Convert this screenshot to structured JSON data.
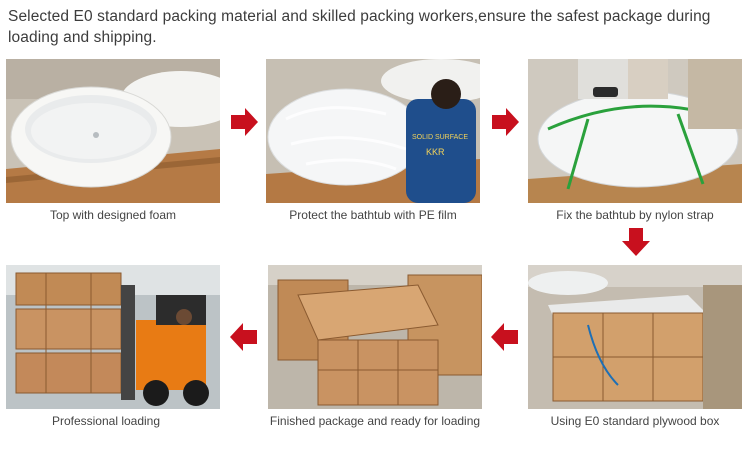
{
  "headline": "Selected E0 standard packing material and skilled packing workers,ensure the safest package during loading and shipping.",
  "steps": [
    {
      "caption": "Top with designed foam",
      "photo_icon": "bathtub-foam-photo"
    },
    {
      "caption": "Protect the bathtub with PE film",
      "photo_icon": "pe-film-photo",
      "shirt_text_1": "SOLID SURFACE",
      "shirt_text_2": "KKR"
    },
    {
      "caption": "Fix the bathtub by nylon strap",
      "photo_icon": "nylon-strap-photo"
    },
    {
      "caption": "Professional loading",
      "photo_icon": "forklift-loading-photo"
    },
    {
      "caption": "Finished package and ready for loading",
      "photo_icon": "finished-crates-photo"
    },
    {
      "caption": "Using E0 standard plywood box",
      "photo_icon": "plywood-box-photo"
    }
  ],
  "arrows": [
    "arrow-right-icon",
    "arrow-right-icon",
    "arrow-down-icon",
    "arrow-left-icon",
    "arrow-left-icon"
  ],
  "colors": {
    "arrow": "#c8101e",
    "wood": "#c9935f",
    "text": "#3c3c3c"
  }
}
